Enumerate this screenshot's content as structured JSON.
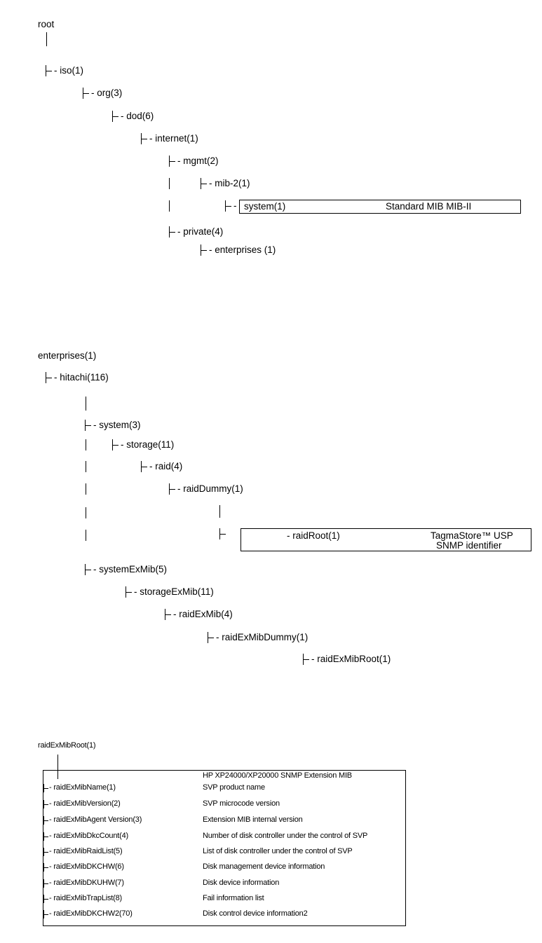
{
  "tree1": {
    "root": "root",
    "iso": "- iso(1)",
    "org": "- org(3)",
    "dod": "- dod(6)",
    "internet": "- internet(1)",
    "mgmt": "- mgmt(2)",
    "mib2": "- mib-2(1)",
    "system_prefix": "-",
    "system": "system(1)",
    "system_desc": "Standard MIB MIB-II",
    "private": "- private(4)",
    "enterprises": "- enterprises (1)"
  },
  "tree2": {
    "enterprises": "enterprises(1)",
    "hitachi": "- hitachi(116)",
    "system": "- system(3)",
    "storage": "- storage(11)",
    "raid": "- raid(4)",
    "raidDummy": "- raidDummy(1)",
    "raidRoot": "- raidRoot(1)",
    "raidRoot_desc1": "TagmaStore™ USP",
    "raidRoot_desc2": "SNMP identifier",
    "systemExMib": "- systemExMib(5)",
    "storageExMib": "- storageExMib(11)",
    "raidExMib": "- raidExMib(4)",
    "raidExMibDummy": "- raidExMibDummy(1)",
    "raidExMibRoot": "- raidExMibRoot(1)"
  },
  "tree3": {
    "root": "raidExMibRoot(1)",
    "header": "HP XP24000/XP20000  SNMP Extension MIB",
    "rows": [
      {
        "name": "- raidExMibName(1)",
        "desc": "SVP product name"
      },
      {
        "name": "- raidExMibVersion(2)",
        "desc": "SVP microcode version"
      },
      {
        "name": "- raidExMibAgent Version(3)",
        "desc": "Extension MIB internal version"
      },
      {
        "name": "- raidExMibDkcCount(4)",
        "desc": "Number of disk controller under the control of SVP"
      },
      {
        "name": "- raidExMibRaidList(5)",
        "desc": "List of disk controller under the control of SVP"
      },
      {
        "name": "- raidExMibDKCHW(6)",
        "desc": "Disk management device information"
      },
      {
        "name": "- raidExMibDKUHW(7)",
        "desc": "Disk device information"
      },
      {
        "name": "- raidExMibTrapList(8)",
        "desc": "Fail information list"
      },
      {
        "name": "- raidExMibDKCHW2(70)",
        "desc": "Disk control device information2"
      }
    ]
  }
}
